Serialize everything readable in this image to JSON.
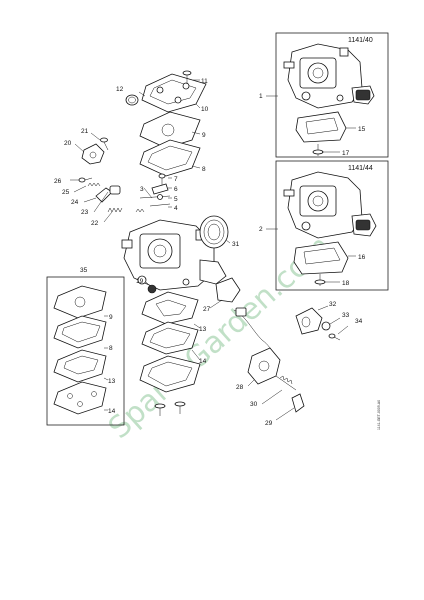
{
  "diagram": {
    "boxes": {
      "box_1141_40": "1141/40",
      "box_1141_44": "1141/44"
    },
    "labels": {
      "n1": "1",
      "n2": "2",
      "n3": "3",
      "n4": "4",
      "n5": "5",
      "n6": "6",
      "n7": "7",
      "n8": "8",
      "n9": "9",
      "n10": "10",
      "n11": "11",
      "n12": "12",
      "n13": "13",
      "n14": "14",
      "n15": "15",
      "n16": "16",
      "n17": "17",
      "n18": "18",
      "n19": "19",
      "n20": "20",
      "n21": "21",
      "n22": "22",
      "n23": "23",
      "n24": "24",
      "n25": "25",
      "n26": "26",
      "n27": "27",
      "n28": "28",
      "n29": "29",
      "n30": "30",
      "n31": "31",
      "n32": "32",
      "n33": "33",
      "n34": "34",
      "n35": "35",
      "kit_8": "8",
      "kit_9": "9",
      "kit_13": "13",
      "kit_14": "14"
    },
    "watermark": "SparesGarden.com",
    "code": "1141-GET-0009-A0"
  },
  "colors": {
    "watermark": "#8fc79a",
    "line": "#222222"
  }
}
